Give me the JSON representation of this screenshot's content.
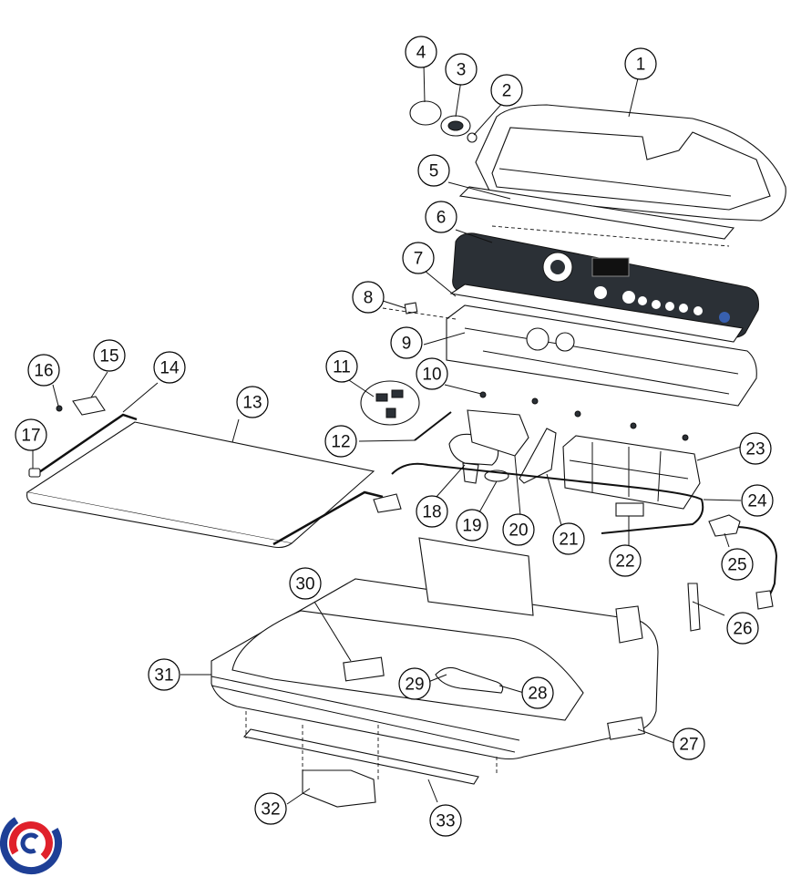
{
  "callouts": [
    "1",
    "2",
    "3",
    "4",
    "5",
    "6",
    "7",
    "8",
    "9",
    "10",
    "11",
    "12",
    "13",
    "14",
    "15",
    "16",
    "17",
    "18",
    "19",
    "20",
    "21",
    "22",
    "23",
    "24",
    "25",
    "26",
    "27",
    "28",
    "29",
    "30",
    "31",
    "32",
    "33"
  ],
  "colors": {
    "logo_blue": "#1e3f96",
    "logo_red": "#e0212b",
    "panel_dark": "#2b3036",
    "line": "#111111"
  },
  "logo": {
    "icon": "brand-swirl-logo"
  }
}
